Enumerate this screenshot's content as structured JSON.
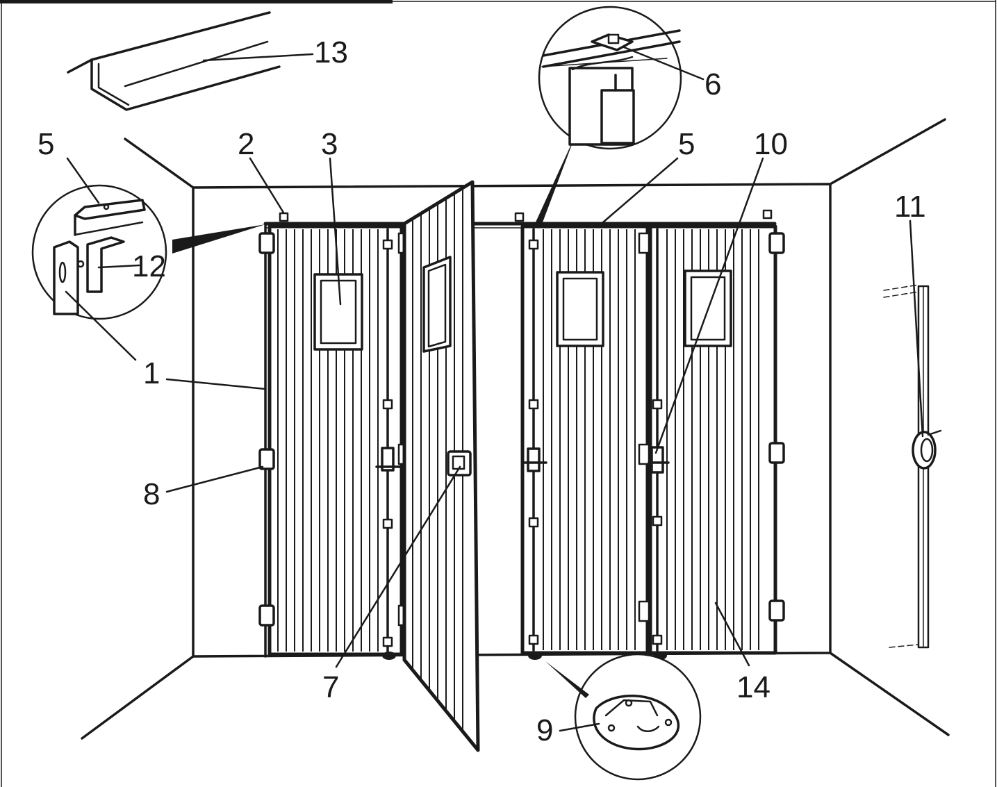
{
  "diagram": {
    "labels": {
      "l1": "1",
      "l2": "2",
      "l3": "3",
      "l5a": "5",
      "l5b": "5",
      "l6": "6",
      "l7": "7",
      "l8": "8",
      "l9": "9",
      "l10": "10",
      "l11": "11",
      "l12": "12",
      "l13": "13",
      "l14": "14"
    },
    "colors": {
      "ink": "#1a1a1a",
      "paper": "#ffffff"
    }
  }
}
